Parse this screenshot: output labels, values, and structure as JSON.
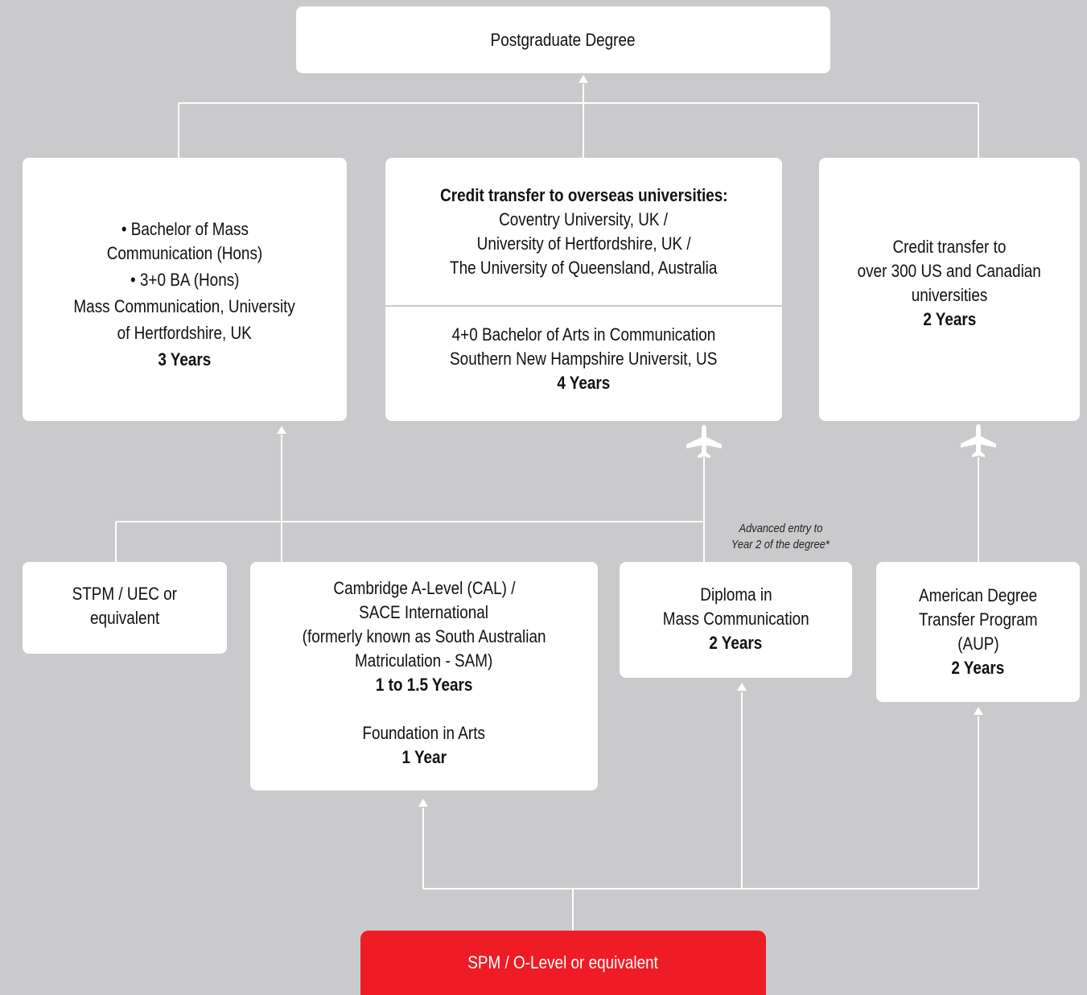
{
  "top": {
    "label": "Postgraduate Degree"
  },
  "left_degree": {
    "line1": "• Bachelor of Mass",
    "line2": "Communication (Hons)",
    "line3": "• 3+0 BA (Hons)",
    "line4": "Mass Communication, University",
    "line5": "of Hertfordshire, UK",
    "duration": "3 Years"
  },
  "mid_degree": {
    "upper_heading": "Credit transfer to overseas universities:",
    "upper_line1": "Coventry University, UK /",
    "upper_line2": "University of Hertfordshire, UK /",
    "upper_line3": "The University of Queensland, Australia",
    "lower_line1": "4+0 Bachelor of Arts in Communication",
    "lower_line2": "Southern New Hampshire Universit, US",
    "lower_duration": "4 Years"
  },
  "right_degree": {
    "line1": "Credit transfer to",
    "line2": "over 300 US and Canadian",
    "line3": "universities",
    "duration": "2 Years"
  },
  "advanced_note": {
    "line1": "Advanced entry to",
    "line2": "Year 2 of the degree*"
  },
  "stpm": {
    "line1": "STPM / UEC or",
    "line2": "equivalent"
  },
  "cal": {
    "line1": "Cambridge A-Level (CAL) /",
    "line2": "SACE International",
    "line3": "(formerly known as South Australian",
    "line4": "Matriculation - SAM)",
    "duration": "1 to 1.5 Years",
    "foundation": "Foundation in Arts",
    "foundation_duration": "1 Year"
  },
  "diploma": {
    "line1": "Diploma in",
    "line2": "Mass Communication",
    "duration": "2 Years"
  },
  "adtp": {
    "line1": "American Degree",
    "line2": "Transfer Program",
    "line3": "(AUP)",
    "duration": "2 Years"
  },
  "bottom": {
    "label": "SPM / O-Level or equivalent"
  },
  "icons": [
    "up-arrow-icon",
    "airplane-icon"
  ],
  "colors": {
    "background": "#cacacc",
    "box": "#ffffff",
    "entry": "#ee1c25"
  }
}
